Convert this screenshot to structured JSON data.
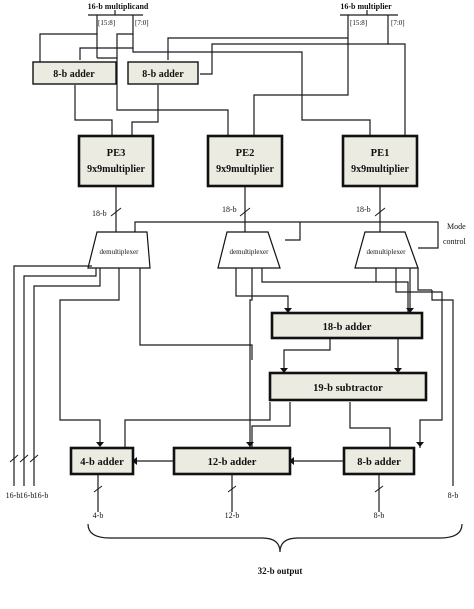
{
  "inputs": {
    "multiplicand": {
      "title": "16-b multiplicand",
      "high": "[15:8]",
      "low": "[7:0]"
    },
    "multiplier": {
      "title": "16-b multiplier",
      "high": "[15:8]",
      "low": "[7:0]"
    }
  },
  "adders_top": [
    "8-b adder",
    "8-b adder"
  ],
  "pe": [
    {
      "name": "PE3",
      "desc": "9x9multiplier"
    },
    {
      "name": "PE2",
      "desc": "9x9multiplier"
    },
    {
      "name": "PE1",
      "desc": "9x9multiplier"
    }
  ],
  "bus_width": "18-b",
  "mode_control": [
    "Mode",
    "control"
  ],
  "demux_label": "demultiplexer",
  "adder_18b": "18-b adder",
  "subtractor_19b": "19-b subtractor",
  "bottom_adders": {
    "four": "4-b adder",
    "twelve": "12-b adder",
    "eight": "8-b adder"
  },
  "side_outputs": [
    "16-b",
    "16-b",
    "16-b"
  ],
  "outputs": {
    "four": "4-b",
    "twelve": "12-b",
    "eight": "8-b",
    "eight_side": "8-b"
  },
  "final_output": "32-b output"
}
